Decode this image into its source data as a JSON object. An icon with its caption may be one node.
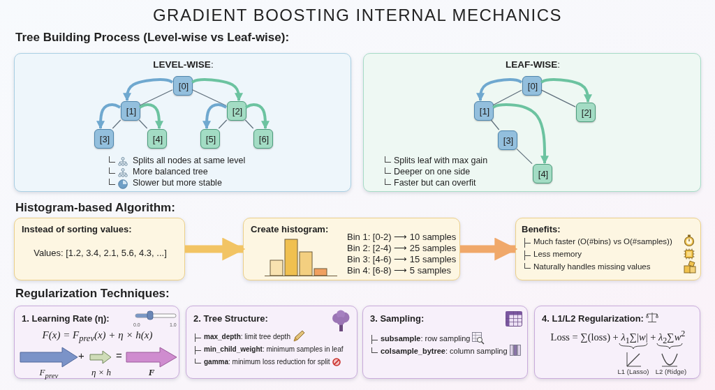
{
  "diagram": {
    "title": "GRADIENT BOOSTING INTERNAL MECHANICS",
    "nodes": [
      {
        "text": [
          "**LEVEL-WISE**:",
          "Splits all nodes at same level",
          "More balanced tree",
          "Slower but more stable"
        ]
      },
      {
        "text": [
          "[0]"
        ],
        "in": 0
      },
      {
        "text": [
          "[1]"
        ],
        "in": 0
      },
      {
        "text": [
          "[2]"
        ],
        "in": 0
      },
      {
        "text": [
          "[3]"
        ],
        "in": 0
      },
      {
        "text": [
          "[4]"
        ],
        "in": 0
      },
      {
        "text": [
          "[5]"
        ],
        "in": 0
      },
      {
        "text": [
          "[6]"
        ],
        "in": 0
      },
      {
        "text": [
          "**LEAF-WISE**:",
          "Splits leaf with max gain",
          "Deeper on one side",
          "Faster but can overfit"
        ]
      },
      {
        "text": [
          "[0]"
        ],
        "in": 8
      },
      {
        "text": [
          "[1]"
        ],
        "in": 8
      },
      {
        "text": [
          "[2]"
        ],
        "in": 8
      },
      {
        "text": [
          "[3]"
        ],
        "in": 8
      },
      {
        "text": [
          "[4]"
        ],
        "in": 8
      },
      {
        "text": [
          "Instead of sorting values:",
          "Values: [1.2, 3.4, 2.1, 5.6, 4.3, ...]"
        ]
      },
      {
        "text": [
          "Create histogram:",
          "Bin 1: [0-2) ⟶ 10 samples",
          "Bin 2: [2-4) ⟶ 25 samples",
          "Bin 3: [4-6) ⟶ 15 samples",
          "Bin 4: [6-8) ⟶ 5 samples"
        ]
      },
      {
        "text": [
          "Benefits:",
          "Much faster (O(#bins) vs O(#samples))",
          "Less memory",
          "Naturally handles missing values"
        ]
      },
      {
        "text": [
          "1. Learning Rate (η):",
          "0.0",
          "1.0",
          "F(x) = F$_{prev}$(x) + η × h(x)",
          "+",
          "=",
          "F$_{prev}$",
          "η × h",
          "F"
        ]
      },
      {
        "text": [
          "2. Tree Structure:",
          "**max_depth**: limit tree depth",
          "**min_child_weight**: minimum samples in leaf",
          "**gamma**: minimum loss reduction for split"
        ]
      },
      {
        "text": [
          "3. Sampling:",
          "**subsample**: row sampling",
          "**colsample_bytree**: column sampling"
        ]
      },
      {
        "text": [
          "4. L1/L2 Regularization:",
          "Loss = ∑(loss) + *λ*$_{1}$∑|*w*| + *λ*$_{2}$∑*w*$^{2}$",
          "L1 (Lasso)",
          "L2 (Ridge)"
        ]
      }
    ],
    "edges": [
      {
        "from": 1,
        "to": 2,
        "arrow": "none"
      },
      {
        "from": 1,
        "to": 3,
        "arrow": "none"
      },
      {
        "from": 2,
        "to": 4,
        "arrow": "none"
      },
      {
        "from": 2,
        "to": 5,
        "arrow": "none"
      },
      {
        "from": 3,
        "to": 6,
        "arrow": "none"
      },
      {
        "from": 3,
        "to": 7,
        "arrow": "none"
      },
      {
        "from": 1,
        "to": 2,
        "arrow": "to",
        "color": "#6fa8cf"
      },
      {
        "from": 1,
        "to": 3,
        "arrow": "to",
        "color": "#6cc3a0"
      },
      {
        "from": 2,
        "to": 4,
        "arrow": "to",
        "color": "#6fa8cf"
      },
      {
        "from": 2,
        "to": 5,
        "arrow": "to",
        "color": "#6cc3a0"
      },
      {
        "from": 3,
        "to": 6,
        "arrow": "to",
        "color": "#6fa8cf"
      },
      {
        "from": 3,
        "to": 7,
        "arrow": "to",
        "color": "#6cc3a0"
      },
      {
        "from": 9,
        "to": 10,
        "arrow": "none"
      },
      {
        "from": 9,
        "to": 11,
        "arrow": "none"
      },
      {
        "from": 10,
        "to": 12,
        "arrow": "none"
      },
      {
        "from": 12,
        "to": 13,
        "arrow": "none"
      },
      {
        "from": 9,
        "to": 10,
        "arrow": "to",
        "color": "#6fa8cf"
      },
      {
        "from": 9,
        "to": 11,
        "arrow": "to",
        "color": "#6cc3a0"
      },
      {
        "from": 10,
        "to": 13,
        "arrow": "to",
        "color": "#6cc3a0"
      },
      {
        "from": 14,
        "to": 15,
        "arrow": "to",
        "style": "thick",
        "color": "#f2c464"
      },
      {
        "from": 15,
        "to": 16,
        "arrow": "to",
        "style": "thick",
        "color": "#f0a86a"
      }
    ],
    "labels": [
      "Tree Building Process (Level-wise vs Leaf-wise):",
      "Histogram-based Algorithm:",
      "Regularization Techniques:"
    ]
  }
}
